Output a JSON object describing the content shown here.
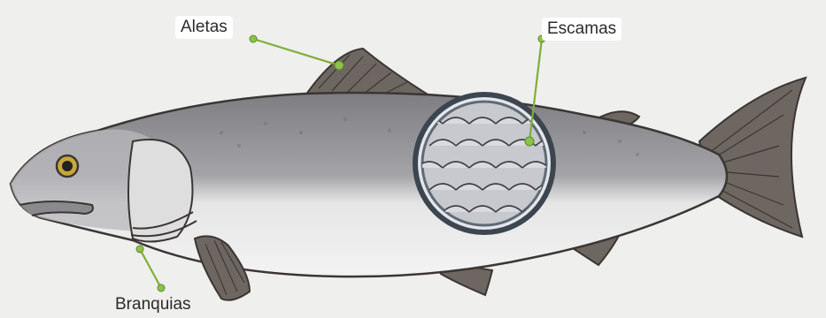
{
  "labels": {
    "fins": "Aletas",
    "scales": "Escamas",
    "gills": "Branquias"
  },
  "colors": {
    "background": "#efefed",
    "leader_line": "#7fae3c",
    "leader_dot": "#8bc34a",
    "body_dark": "#8f8f93",
    "body_light": "#e9e9ea",
    "fin": "#6e6660",
    "magnifier_ring": "#4f5a66"
  }
}
